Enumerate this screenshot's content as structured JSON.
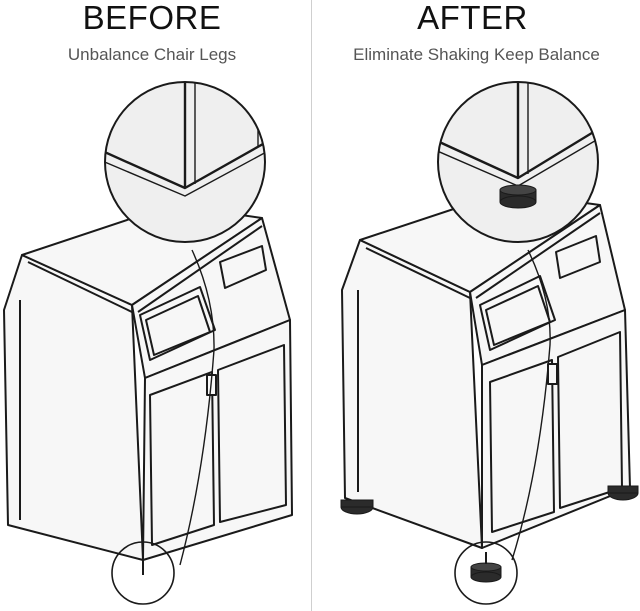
{
  "before": {
    "title": "BEFORE",
    "subtitle": "Unbalance Chair Legs",
    "pad_state": "no pad"
  },
  "after": {
    "title": "AFTER",
    "subtitle": "Eliminate Shaking Keep Balance",
    "pad_state": "anti-vibration pads"
  },
  "colors": {
    "line": "#1a1a1a",
    "machine_fill": "#f7f7f7",
    "zoom_fill": "#efefef",
    "pad": "#2b2b2b",
    "divider": "#cfcfcf"
  }
}
